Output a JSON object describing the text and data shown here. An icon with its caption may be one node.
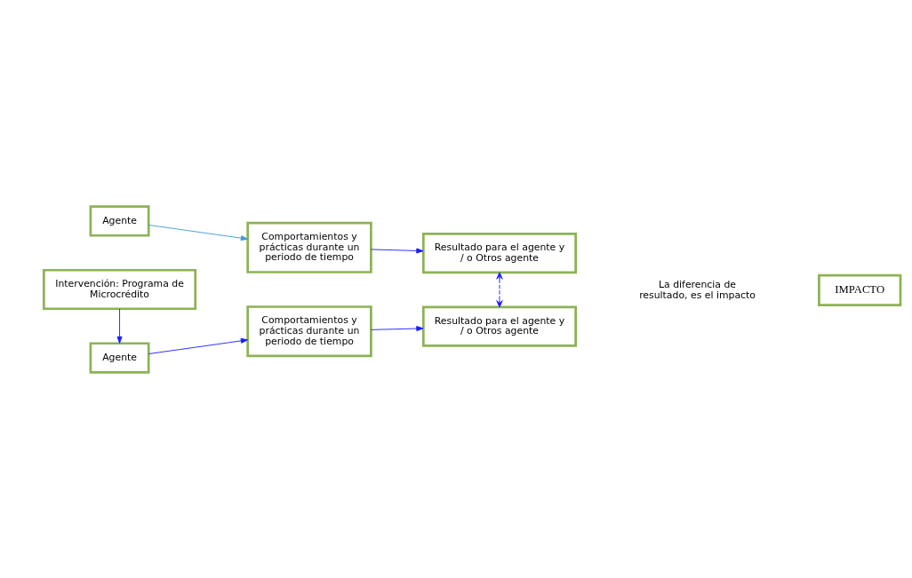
{
  "diagram": {
    "nodes": [
      {
        "text": [
          "Agente"
        ]
      },
      {
        "text": [
          "Comportamientos y prácticas durante un periodo de tiempo"
        ]
      },
      {
        "text": [
          "Resultado para el agente y / o Otros agente"
        ]
      },
      {
        "text": [
          "Agente"
        ]
      },
      {
        "text": [
          "Comportamientos y prácticas durante un periodo de tiempo"
        ]
      },
      {
        "text": [
          "Resultado para el agente y / o Otros agente"
        ]
      },
      {
        "text": [
          "Intervención: Programa de Microcrédito"
        ]
      },
      {
        "text": [
          "IMPACTO"
        ]
      }
    ],
    "edges": [
      {
        "from": 0,
        "to": 1,
        "arrow": "to",
        "color": "#3a9ad9"
      },
      {
        "from": 1,
        "to": 2,
        "arrow": "to"
      },
      {
        "from": 3,
        "to": 4,
        "arrow": "to"
      },
      {
        "from": 4,
        "to": 5,
        "arrow": "to"
      },
      {
        "from": 6,
        "to": 3,
        "arrow": "to"
      },
      {
        "from": 2,
        "to": 5,
        "arrow": "both",
        "style": "dashed"
      }
    ],
    "labels": [
      "La diferencia de resultado, es el impacto"
    ]
  }
}
